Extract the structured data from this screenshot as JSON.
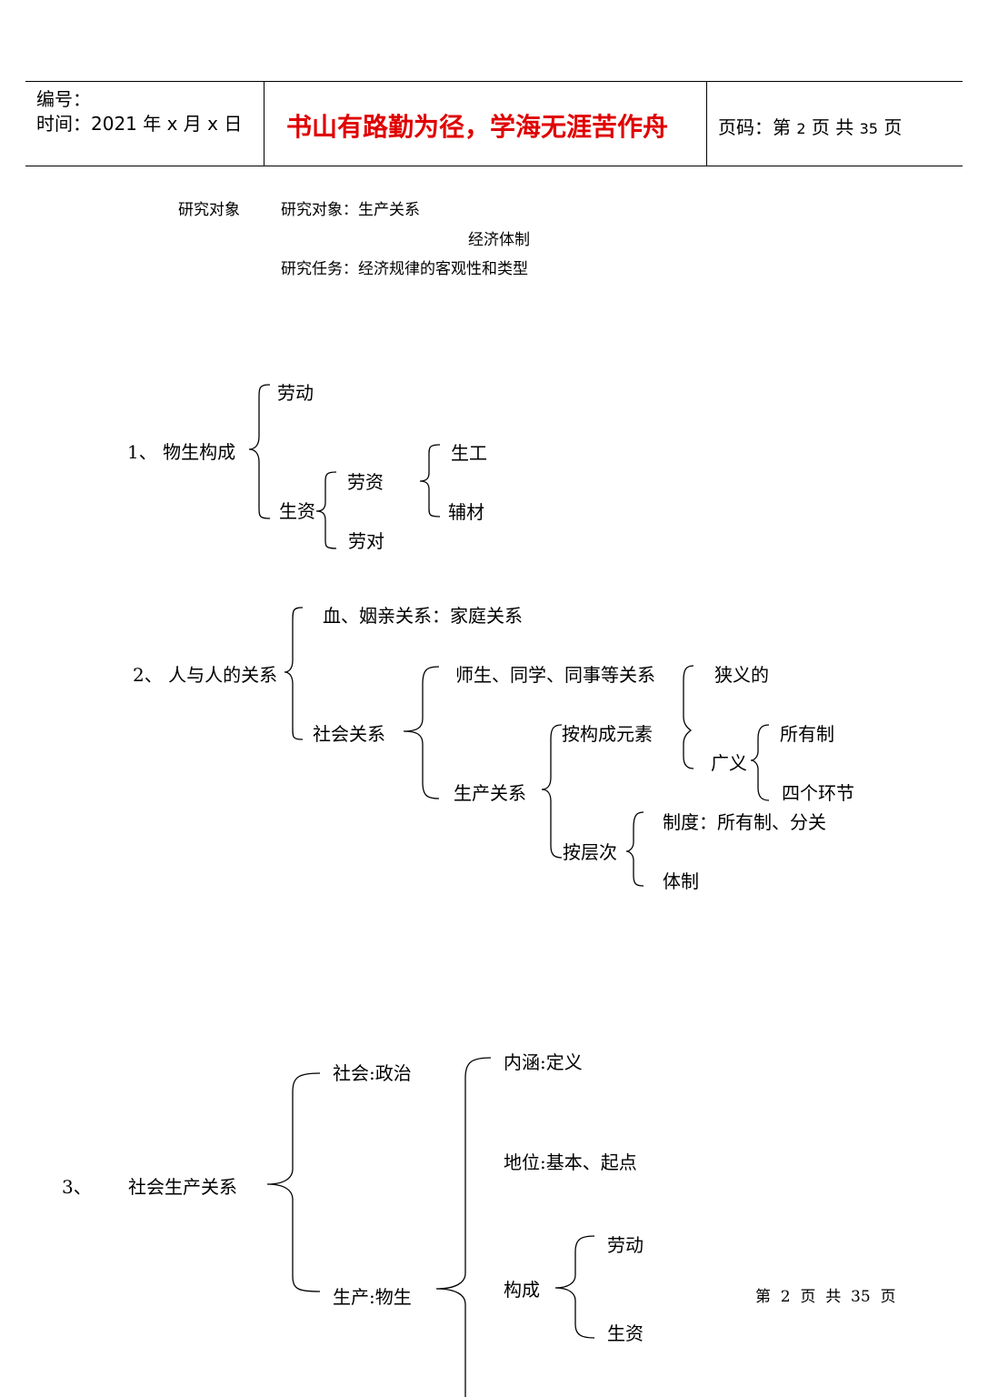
{
  "header": {
    "number_label": "编号：",
    "time_label": "时间：2021 年 x 月 x 日",
    "title": "书山有路勤为径，学海无涯苦作舟",
    "page_label": "页码：第",
    "page_current": "2",
    "page_mid": "页  共",
    "page_total": "35",
    "page_end": "页"
  },
  "intro": {
    "left_label": "研究对象",
    "object_line": "研究对象：生产关系",
    "object_line2": "经济体制",
    "task_line": "研究任务：经济规律的客观性和类型"
  },
  "section1": {
    "label": "1、 物生构成",
    "branch_a": "劳动",
    "branch_b": "生资",
    "b1": "劳资",
    "b2": "劳对",
    "b1_1": "生工",
    "b1_2": "辅材"
  },
  "section2": {
    "label": "2、 人与人的关系",
    "blood": "血、姻亲关系：家庭关系",
    "social": "社会关系",
    "teacher": "师生、同学、同事等关系",
    "production": "生产关系",
    "by_element": "按构成元素",
    "by_level": "按层次",
    "narrow": "狭义的",
    "broad": "广义",
    "ownership": "所有制",
    "four_links": "四个环节",
    "system": "制度：所有制、分关",
    "mechanism": "体制"
  },
  "section3": {
    "num": "3、",
    "label": "社会生产关系",
    "social_politics": "社会:政治",
    "prod_material": "生产:物生",
    "connotation": "内涵:定义",
    "status": "地位:基本、起点",
    "composition": "构成",
    "labor": "劳动",
    "means": "生资"
  },
  "footer": {
    "text": "第  2  页  共  35  页"
  }
}
